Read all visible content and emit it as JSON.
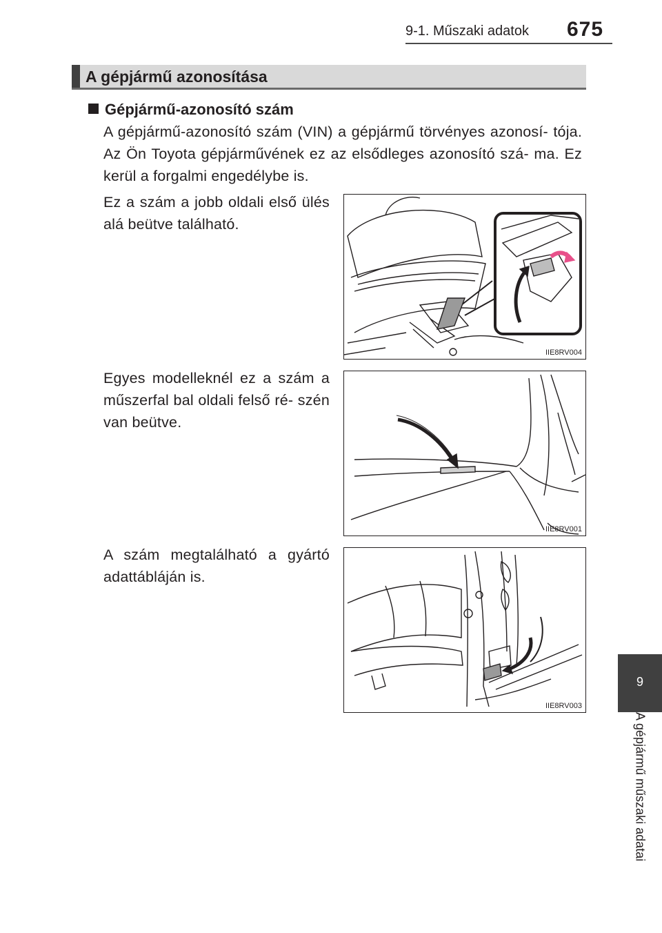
{
  "header": {
    "section": "9-1. Műszaki adatok",
    "page_number": "675"
  },
  "section_title": "A gépjármű azonosítása",
  "subheading": "Gépjármű-azonosító szám",
  "intro_paragraph": "A gépjármű-azonosító szám (VIN) a gépjármű törvényes azonosí- tója. Az Ön Toyota gépjárművének ez az elsődleges azonosító szá- ma. Ez kerül a forgalmi engedélybe is.",
  "items": [
    {
      "text": "Ez a szám a jobb oldali első ülés alá beütve található.",
      "figure_code": "IIE8RV004"
    },
    {
      "text": "Egyes modelleknél ez a szám a műszerfal bal oldali felső ré- szén van beütve.",
      "figure_code": "IIE8RV001"
    },
    {
      "text": "A szám megtalálható a gyártó adattábláján is.",
      "figure_code": "IIE8RV003"
    }
  ],
  "side_tab": {
    "chapter_number": "9",
    "chapter_title": "A gépjármű műszaki adatai"
  },
  "colors": {
    "tab_dark": "#404040",
    "title_bar": "#d9d9d9",
    "highlight_arrow": "#e8508a"
  }
}
